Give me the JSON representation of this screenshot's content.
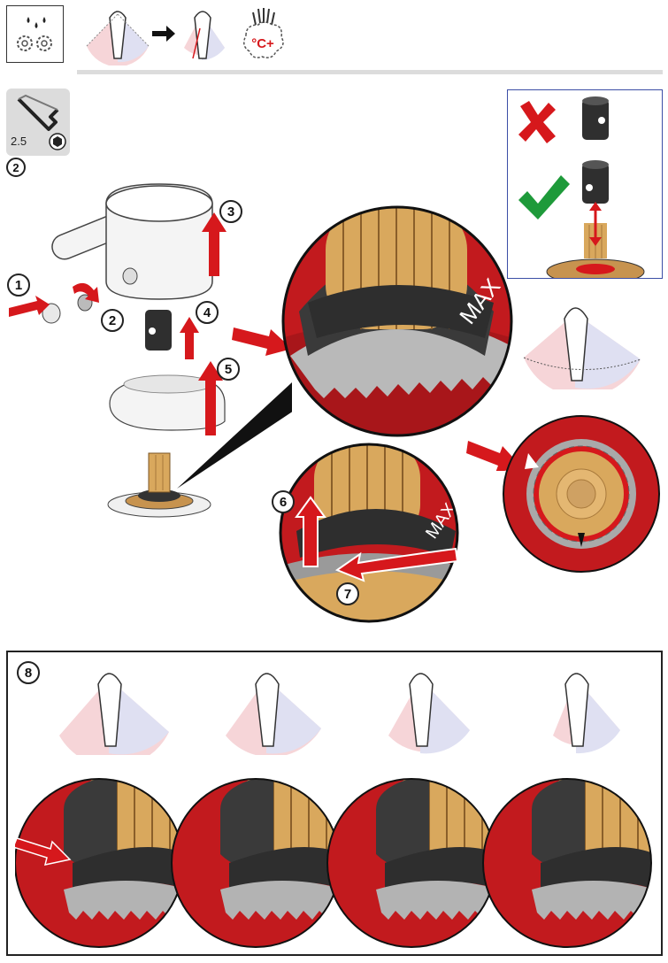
{
  "header": {
    "temp_badge": "°C+"
  },
  "tool": {
    "size_label": "2.5"
  },
  "steps": {
    "s1": "1",
    "s2": "2",
    "s2b": "2",
    "s3": "3",
    "s4": "4",
    "s5": "5",
    "s6": "6",
    "s7": "7",
    "s8": "8"
  },
  "ring_label": "MAX",
  "colors": {
    "accent_red": "#d6181c",
    "check_green": "#1e9a3a",
    "wood": "#d9a85d",
    "dark_ring": "#3a3a3a"
  }
}
